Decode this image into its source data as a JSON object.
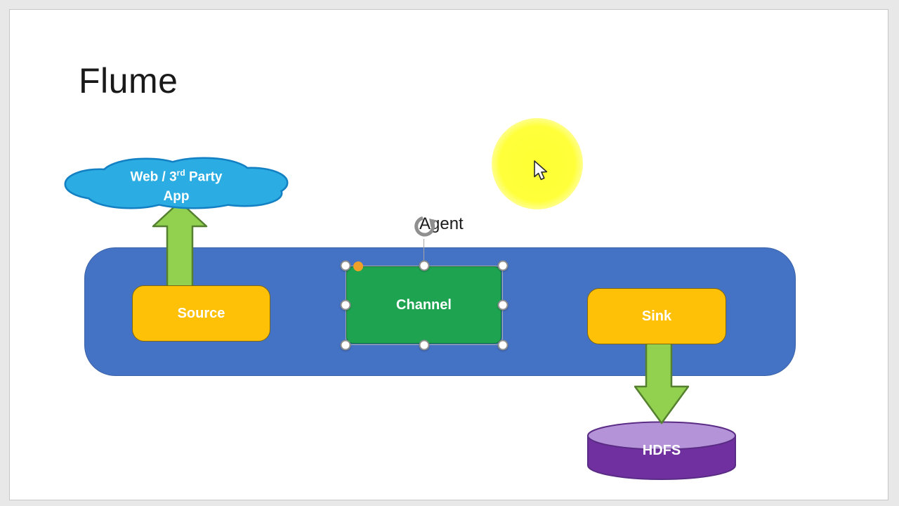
{
  "window": {
    "background_color": "#E8E8E8",
    "slide_background": "#FFFFFF",
    "slide_border": "#C6C6C6"
  },
  "slide": {
    "title": "Flume",
    "cloud": {
      "line1_pre": "Web / 3",
      "line1_sup": "rd",
      "line1_post": " Party",
      "line2": "App",
      "fill": "#2BACE2",
      "stroke": "#1380C4"
    },
    "agent_container": {
      "fill": "#4472C4",
      "stroke": "#3B63A8"
    },
    "agent_label": "Agent",
    "source": {
      "label": "Source",
      "fill": "#FFC008",
      "stroke": "#7D6510"
    },
    "channel": {
      "label": "Channel",
      "fill": "#1EA351",
      "stroke": "#0F7339",
      "selected": true
    },
    "sink": {
      "label": "Sink",
      "fill": "#FFC008",
      "stroke": "#7D6510"
    },
    "hdfs": {
      "label": "HDFS",
      "body_fill": "#7030A0",
      "top_fill": "#B593D8",
      "stroke": "#5B2C86"
    },
    "arrows": {
      "fill": "#92D050",
      "stroke": "#54802F"
    }
  },
  "selection": {
    "handle_fill": "#FFFFFF",
    "handle_stroke": "#8F8F8F",
    "adjust_dot_fill": "#EFA028",
    "rotate_icon_color": "#8F8F8F"
  },
  "overlay": {
    "highlight_color": "#FFFF30",
    "cursor_icon": "mouse-cursor"
  }
}
